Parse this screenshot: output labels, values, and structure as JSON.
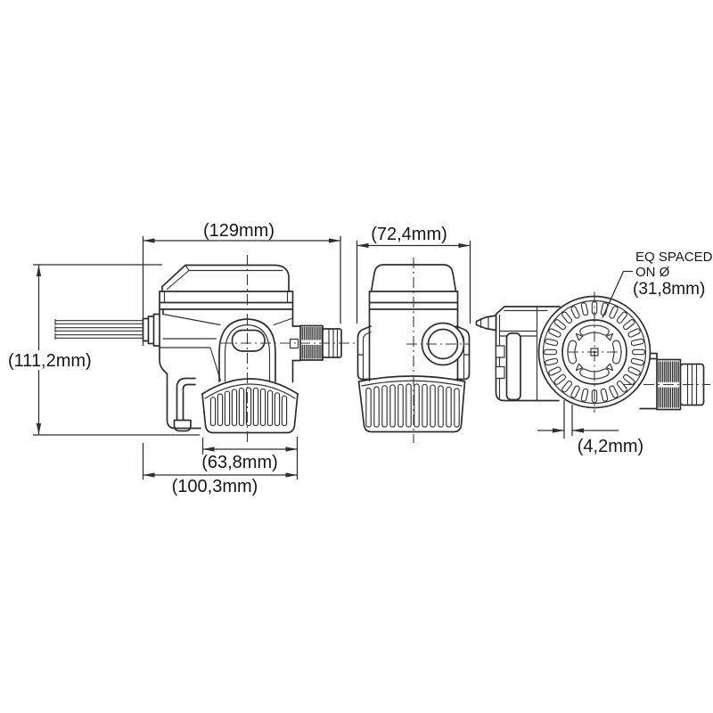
{
  "labels": {
    "top_width_side": "(129mm)",
    "overall_height": "(111,2mm)",
    "front_width": "(72,4mm)",
    "strainer_width": "(63,8mm)",
    "base_length": "(100,3mm)",
    "slot_offset": "(4,2mm)",
    "note_line1": "EQ SPACED",
    "note_line2": "ON Ø",
    "note_line3": "(31,8mm)"
  },
  "colors": {
    "line": "#2e2e2e",
    "background": "#ffffff"
  }
}
